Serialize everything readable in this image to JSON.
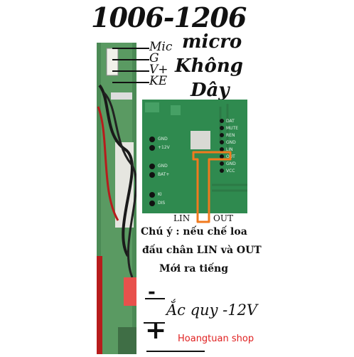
{
  "title": "1006-1206",
  "side_text": [
    "micro",
    "Không",
    "Dây"
  ],
  "pins": [
    "Mic",
    "G",
    "V+",
    "KE"
  ],
  "module": {
    "left_labels": [
      "GND",
      "+12V",
      "GND",
      "BAT+",
      "KI",
      "DIS"
    ],
    "right_labels": [
      "DAT",
      "MUTE",
      "REN",
      "GND",
      "LIN",
      "OUT",
      "GND",
      "VCC"
    ],
    "lin_label": "LIN",
    "out_label": "OUT",
    "highlight_color": "#f07a1e"
  },
  "note": [
    "Chú ý : nếu chế loa",
    "đấu chân LIN và OUT",
    "Mới ra tiếng"
  ],
  "battery": {
    "minus": "-",
    "label": "Ắc quy -12V",
    "plus": "+"
  },
  "shop": "Hoangtuan shop"
}
